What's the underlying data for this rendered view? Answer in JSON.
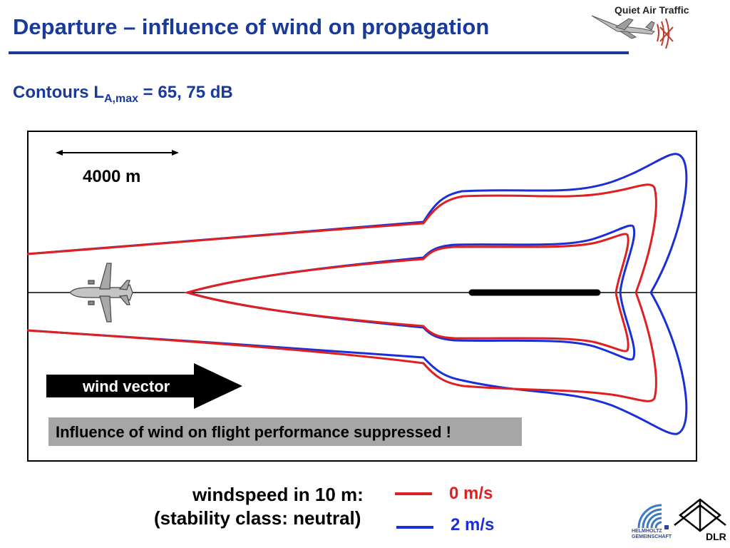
{
  "slide": {
    "title": "Departure – influence of wind on propagation",
    "brand": "Quiet Air Traffic",
    "subtitle_prefix": "Contours L",
    "subtitle_subscript": "A,max",
    "subtitle_suffix": " = 65, 75 dB"
  },
  "diagram": {
    "scale_label": "4000 m",
    "wind_label": "wind vector",
    "note": "Influence of wind on flight performance suppressed !",
    "contour_colors": {
      "wind_0": "#e02020",
      "wind_2": "#1a2fd8"
    }
  },
  "legend": {
    "line1": "windspeed in 10 m:",
    "line2": "(stability class: neutral)",
    "entries": [
      {
        "label": "0 m/s",
        "color": "#e02020"
      },
      {
        "label": "2 m/s",
        "color": "#1a2fd8"
      }
    ]
  },
  "logos": {
    "helmholtz_line1": "HELMHOLTZ",
    "helmholtz_line2": "GEMEINSCHAFT",
    "dlr": "DLR"
  }
}
